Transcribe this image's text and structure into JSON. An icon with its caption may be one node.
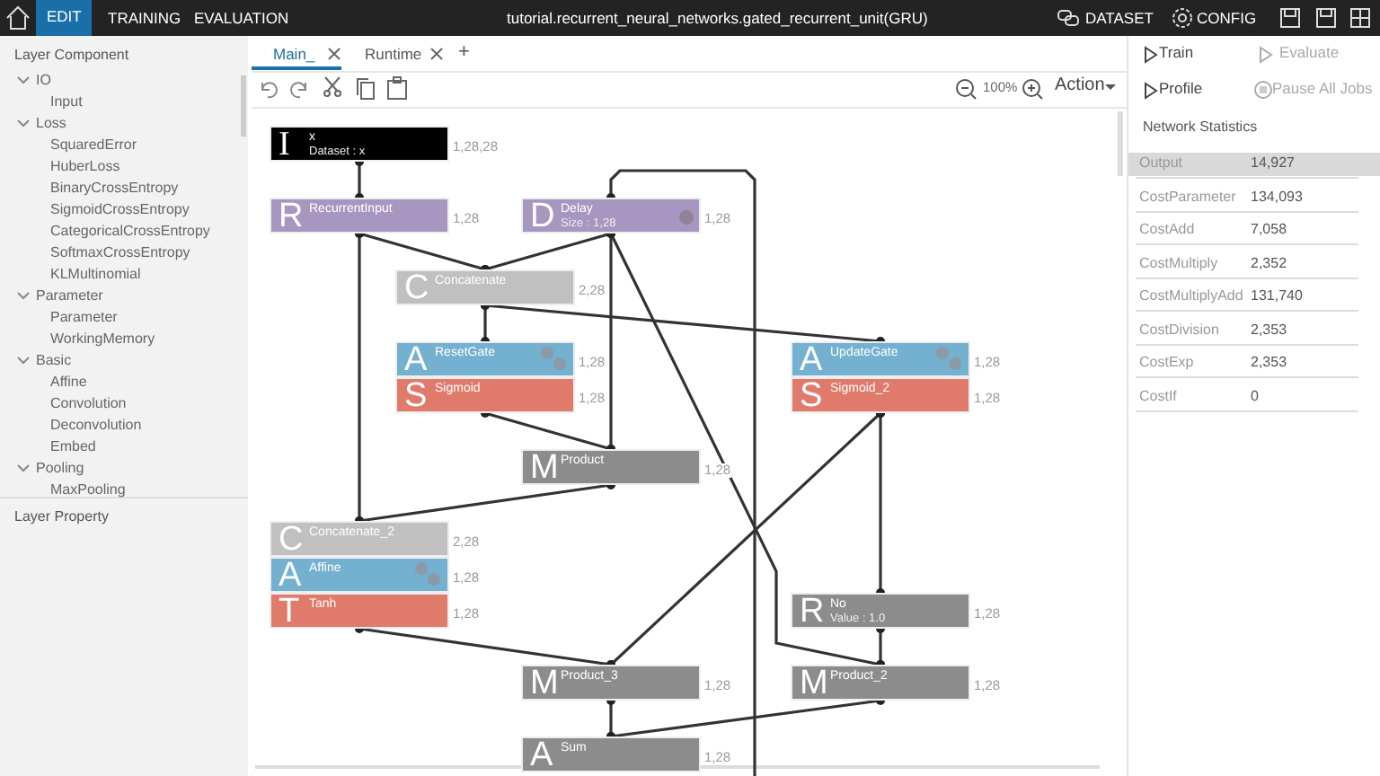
{
  "diagram": {
    "title": "tutorial.recurrent_neural_networks.gated_recurrent_unit(GRU)",
    "nodes": [
      {
        "text": [
          "I",
          "x",
          "Dataset : x"
        ],
        "beside": [
          "1,28,28"
        ]
      },
      {
        "text": [
          "R",
          "RecurrentInput"
        ],
        "beside": [
          "1,28"
        ]
      },
      {
        "text": [
          "D",
          "Delay",
          "Size : 1,28"
        ],
        "beside": [
          "1,28"
        ]
      },
      {
        "text": [
          "C",
          "Concatenate"
        ],
        "beside": [
          "2,28"
        ]
      },
      {
        "text": [
          "A",
          "ResetGate"
        ],
        "beside": [
          "1,28"
        ]
      },
      {
        "text": [
          "S",
          "Sigmoid"
        ],
        "beside": [
          "1,28"
        ]
      },
      {
        "text": [
          "A",
          "UpdateGate"
        ],
        "beside": [
          "1,28"
        ]
      },
      {
        "text": [
          "S",
          "Sigmoid_2"
        ],
        "beside": [
          "1,28"
        ]
      },
      {
        "text": [
          "M",
          "Product"
        ],
        "beside": [
          "1,28"
        ]
      },
      {
        "text": [
          "C",
          "Concatenate_2"
        ],
        "beside": [
          "2,28"
        ]
      },
      {
        "text": [
          "A",
          "Affine"
        ],
        "beside": [
          "1,28"
        ]
      },
      {
        "text": [
          "T",
          "Tanh"
        ],
        "beside": [
          "1,28"
        ]
      },
      {
        "text": [
          "R",
          "No",
          "Value : 1.0"
        ],
        "beside": [
          "1,28"
        ]
      },
      {
        "text": [
          "M",
          "Product_3"
        ],
        "beside": [
          "1,28"
        ]
      },
      {
        "text": [
          "M",
          "Product_2"
        ],
        "beside": [
          "1,28"
        ]
      },
      {
        "text": [
          "A",
          "Sum"
        ],
        "beside": [
          "1,28"
        ]
      }
    ],
    "edges": [
      {
        "from": 0,
        "to": 1,
        "arrow": "other"
      },
      {
        "from": 1,
        "to": 3,
        "arrow": "other"
      },
      {
        "from": 2,
        "to": 3,
        "arrow": "other"
      },
      {
        "from": 3,
        "to": 4,
        "arrow": "other"
      },
      {
        "from": 3,
        "to": 6,
        "arrow": "other"
      },
      {
        "from": 5,
        "to": 8,
        "arrow": "other"
      },
      {
        "from": 2,
        "to": 8,
        "arrow": "other"
      },
      {
        "from": 2,
        "to": 14,
        "arrow": "other"
      },
      {
        "from": 1,
        "to": 9,
        "arrow": "other"
      },
      {
        "from": 8,
        "to": 9,
        "arrow": "other"
      },
      {
        "from": 11,
        "to": 13,
        "arrow": "other"
      },
      {
        "from": 7,
        "to": 13,
        "arrow": "other"
      },
      {
        "from": 7,
        "to": 12,
        "arrow": "other"
      },
      {
        "from": 12,
        "to": 14,
        "arrow": "other"
      },
      {
        "from": 13,
        "to": 15,
        "arrow": "other"
      },
      {
        "from": 14,
        "to": 15,
        "arrow": "other"
      },
      {
        "from": null,
        "to": 2,
        "arrow": "other"
      }
    ],
    "labels": [
      "EDIT",
      "TRAINING",
      "EVALUATION",
      "DATASET",
      "CONFIG",
      "Layer Component",
      "IO",
      "Input",
      "Loss",
      "SquaredError",
      "HuberLoss",
      "BinaryCrossEntropy",
      "SigmoidCrossEntropy",
      "CategoricalCrossEntropy",
      "SoftmaxCrossEntropy",
      "KLMultinomial",
      "Parameter",
      "Parameter",
      "WorkingMemory",
      "Basic",
      "Affine",
      "Convolution",
      "Deconvolution",
      "Embed",
      "Pooling",
      "MaxPooling",
      "Layer Property",
      "Main_",
      "Runtime",
      "+",
      "100%",
      "Action",
      "Train",
      "Evaluate",
      "Profile",
      "Pause All Jobs",
      "Network Statistics",
      "Output",
      "14,927",
      "CostParameter",
      "134,093",
      "CostAdd",
      "7,058",
      "CostMultiply",
      "2,352",
      "CostMultiplyAdd",
      "131,740",
      "CostDivision",
      "2,353",
      "CostExp",
      "2,353",
      "CostIf",
      "0"
    ]
  }
}
